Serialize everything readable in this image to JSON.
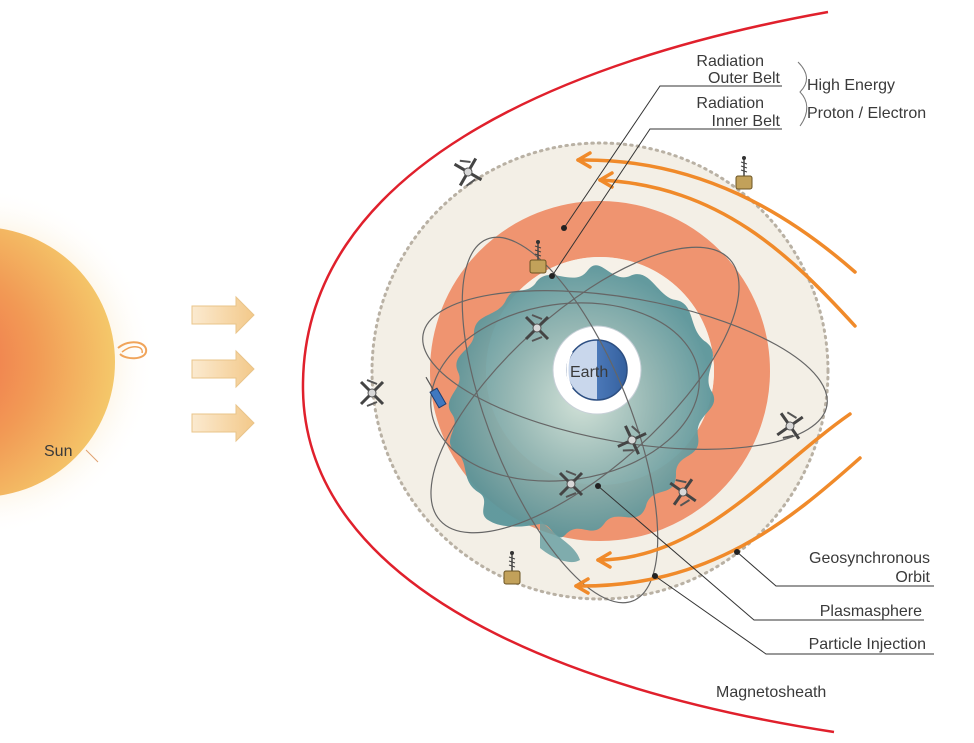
{
  "labels": {
    "sun": "Sun",
    "earth": "Earth",
    "outer_belt_line1": "Radiation",
    "outer_belt_line2": "Outer Belt",
    "inner_belt_line1": "Radiation",
    "inner_belt_line2": "Inner Belt",
    "high_energy_line1": "High Energy",
    "high_energy_line2": "Proton / Electron",
    "geo_line1": "Geosynchronous",
    "geo_line2": "Orbit",
    "plasmasphere": "Plasmasphere",
    "particle_injection": "Particle Injection",
    "magnetosheath": "Magnetosheath"
  },
  "colors": {
    "magnetopause": "#e0202c",
    "outer_belt": "#ef9470",
    "plasmasphere": "#5e9a9e",
    "injection_arrows": "#f08a2a",
    "sun_core": "#f07a4a",
    "sun_edge": "#f2c060"
  }
}
